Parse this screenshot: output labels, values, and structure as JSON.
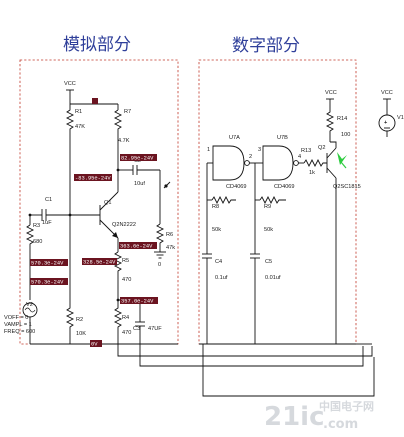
{
  "titles": {
    "analog": "模拟部分",
    "digital": "数字部分"
  },
  "power": {
    "vcc_left": "VCC",
    "vcc_mid": "VCC",
    "vcc_right": "VCC"
  },
  "analog": {
    "R1": {
      "ref": "R1",
      "val": "47K"
    },
    "R7": {
      "ref": "R7",
      "val": "4.7K"
    },
    "R3": {
      "ref": "R3",
      "val": "680"
    },
    "R2": {
      "ref": "R2",
      "val": "10K"
    },
    "R5": {
      "ref": "R5",
      "val": "470"
    },
    "R4": {
      "ref": "R4",
      "val": "470"
    },
    "R6": {
      "ref": "R6",
      "val": "47k"
    },
    "C1": {
      "ref": "C1",
      "val": "1uF"
    },
    "C2": {
      "ref": "C2",
      "val": "10uf"
    },
    "C3": {
      "ref": "C3",
      "val": "47UF"
    },
    "Q1": {
      "ref": "Q1",
      "part": "Q2N2222"
    },
    "V2": {
      "ref": "V2",
      "l1": "VOFF = 0",
      "l2": "VAMPL = 1",
      "l3": "FREQ = 600"
    },
    "ground": "0",
    "probes": [
      "82.95e-24V",
      "-83.95e-24V",
      "570.3e-24V",
      "570.3e-24V",
      "328.5e-24V",
      "363.6e-24V",
      "357.0e-24V",
      "0V"
    ]
  },
  "digital": {
    "U7A": {
      "ref": "U7A",
      "part": "CD4069",
      "pin_in": "1",
      "pin_out": "2"
    },
    "U7B": {
      "ref": "U7B",
      "part": "CD4069",
      "pin_in": "3",
      "pin_out": "4"
    },
    "R8": {
      "ref": "R8",
      "val": "50k"
    },
    "R9": {
      "ref": "R9",
      "val": "50k"
    },
    "R13": {
      "ref": "R13",
      "val": "1k"
    },
    "R14": {
      "ref": "R14",
      "val": "100"
    },
    "C4": {
      "ref": "C4",
      "val": "0.1uf"
    },
    "C5": {
      "ref": "C5",
      "val": "0.01uf"
    },
    "Q2": {
      "ref": "Q2",
      "part": "Q2SC1815"
    },
    "V1": {
      "ref": "V1"
    }
  },
  "watermark": {
    "brand": "21ic",
    "cn": "中国电子网",
    "url": ".com"
  },
  "colors": {
    "title": "#2f3f9a",
    "frame": "#c0392b",
    "probe_chip": "#6b1420",
    "probe_marker": "#2ecc40",
    "wire": "#111111"
  }
}
